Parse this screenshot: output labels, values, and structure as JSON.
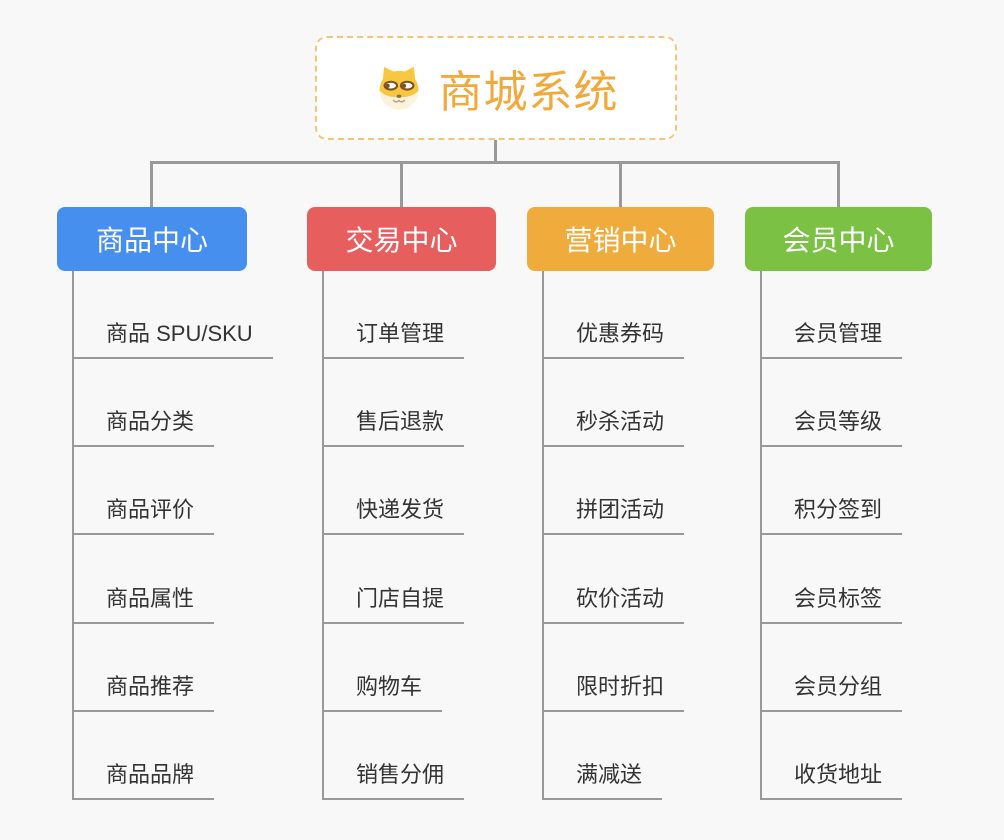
{
  "app": {
    "background": "#f8f8f8",
    "connector_color": "#999999",
    "underline_color": "#999999",
    "item_text_color": "#333333"
  },
  "root": {
    "title": "商城系统",
    "icon": "shiba-dog-icon",
    "text_color": "#f2a93b",
    "border_color": "#f5c577"
  },
  "branches": [
    {
      "label": "商品中心",
      "color": "#478fee",
      "children": [
        "商品 SPU/SKU",
        "商品分类",
        "商品评价",
        "商品属性",
        "商品推荐",
        "商品品牌"
      ]
    },
    {
      "label": "交易中心",
      "color": "#e65e5e",
      "children": [
        "订单管理",
        "售后退款",
        "快递发货",
        "门店自提",
        "购物车",
        "销售分佣"
      ]
    },
    {
      "label": "营销中心",
      "color": "#efac3c",
      "children": [
        "优惠券码",
        "秒杀活动",
        "拼团活动",
        "砍价活动",
        "限时折扣",
        "满减送"
      ]
    },
    {
      "label": "会员中心",
      "color": "#7ac144",
      "children": [
        "会员管理",
        "会员等级",
        "积分签到",
        "会员标签",
        "会员分组",
        "收货地址"
      ]
    }
  ]
}
